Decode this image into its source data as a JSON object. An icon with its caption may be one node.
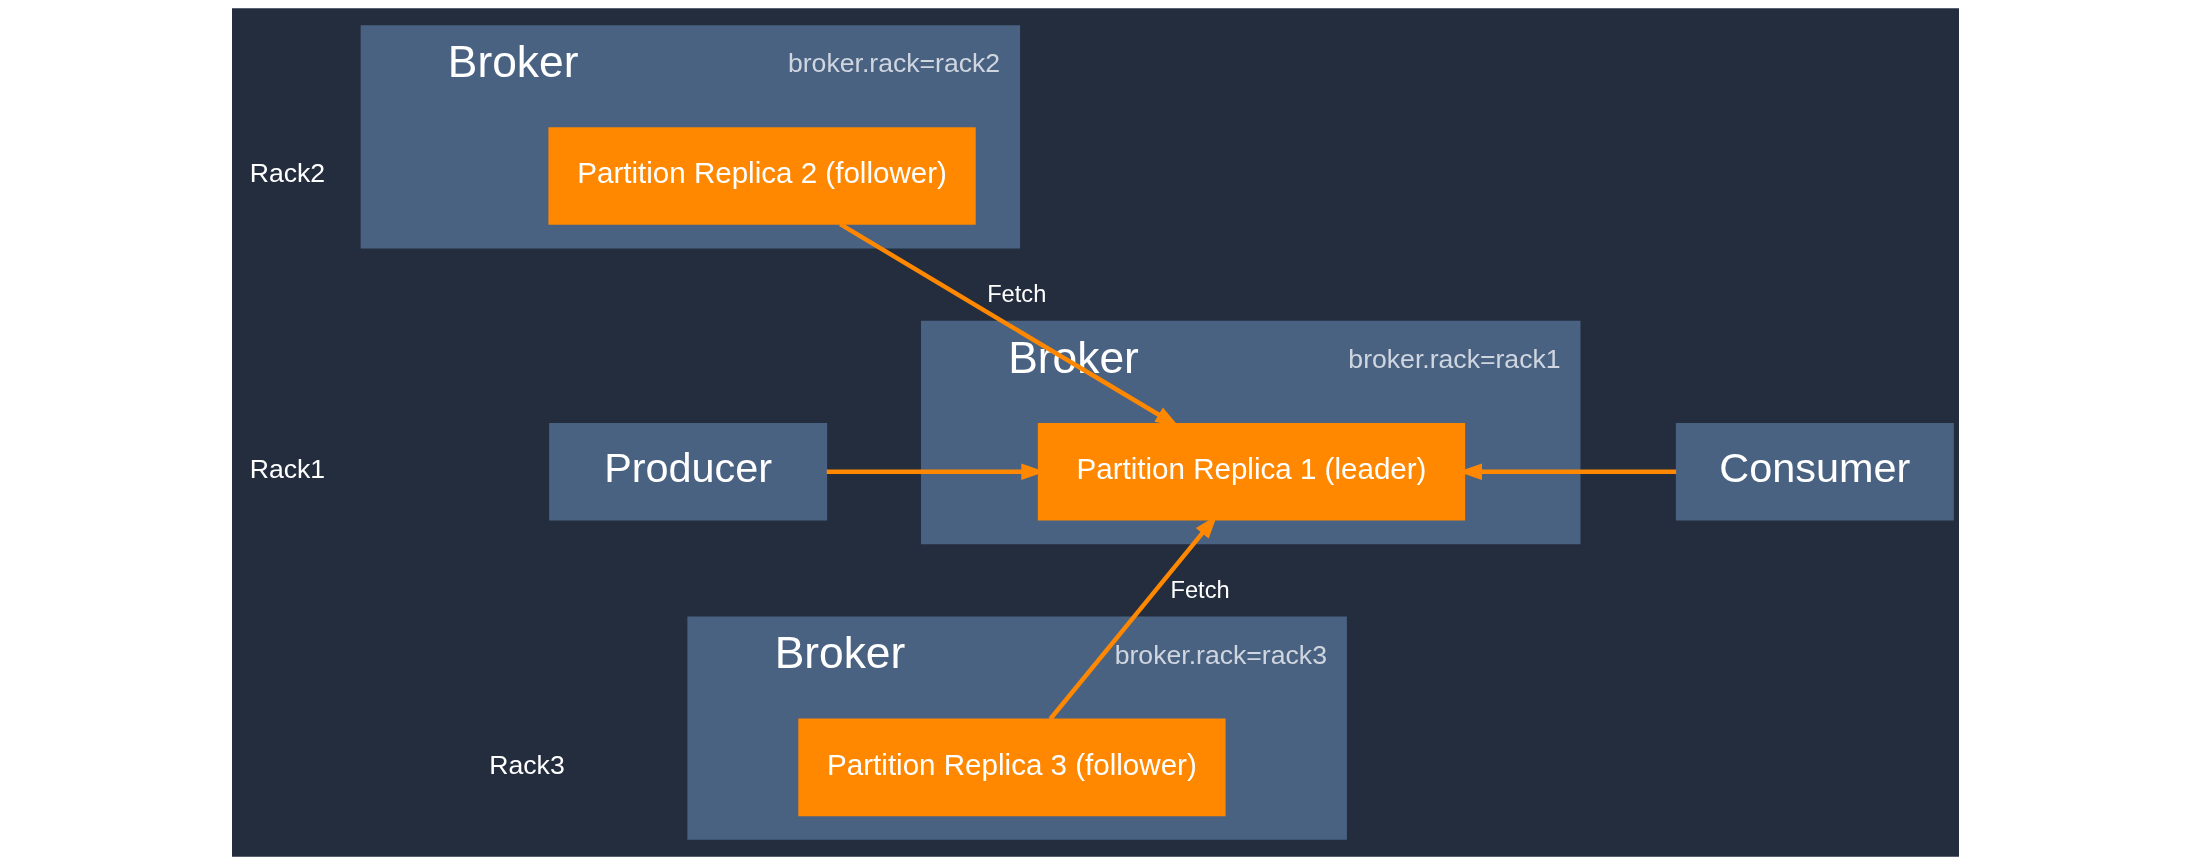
{
  "diagram": {
    "nodes": [
      {
        "text": [
          "Broker",
          "broker.rack=rack2"
        ]
      },
      {
        "text": [
          "Partition Replica 2 (follower)"
        ],
        "in": 0
      },
      {
        "text": [
          "Broker",
          "broker.rack=rack1"
        ]
      },
      {
        "text": [
          "Partition Replica 1 (leader)"
        ],
        "in": 2
      },
      {
        "text": [
          "Broker",
          "broker.rack=rack3"
        ]
      },
      {
        "text": [
          "Partition Replica 3 (follower)"
        ],
        "in": 4
      },
      {
        "text": [
          "Producer"
        ]
      },
      {
        "text": [
          "Consumer"
        ]
      }
    ],
    "edges": [
      {
        "from": 1,
        "to": 3,
        "arrow": "to",
        "label": "Fetch"
      },
      {
        "from": 5,
        "to": 3,
        "arrow": "to",
        "label": "Fetch"
      },
      {
        "from": 6,
        "to": 3,
        "arrow": "to"
      },
      {
        "from": 7,
        "to": 3,
        "arrow": "to"
      }
    ],
    "labels": [
      "Rack2",
      "Rack1",
      "Rack3"
    ]
  }
}
